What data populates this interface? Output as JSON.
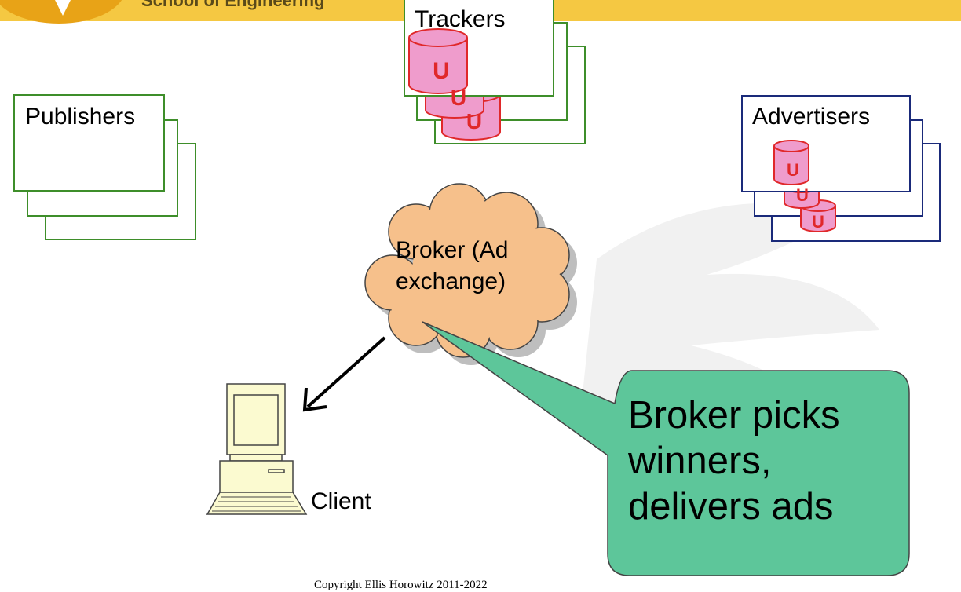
{
  "header": {
    "subtitle": "School of Engineering"
  },
  "nodes": {
    "trackers": "Trackers",
    "publishers": "Publishers",
    "advertisers": "Advertisers",
    "broker": [
      "Broker  (Ad",
      "exchange)"
    ],
    "client": "Client"
  },
  "cylinder_label": "U",
  "callout": [
    "Broker picks",
    "winners,",
    "delivers ads"
  ],
  "footer": "Copyright Ellis Horowitz 2011-2022",
  "colors": {
    "header_band": "#f5c842",
    "box_green": "#3e8e2a",
    "box_navy": "#1a2a7a",
    "cylinder_fill": "#ef9ccc",
    "cylinder_stroke": "#e0282a",
    "cloud_fill": "#f6c08b",
    "callout_fill": "#5dc69a",
    "computer_fill": "#fbfad0"
  }
}
